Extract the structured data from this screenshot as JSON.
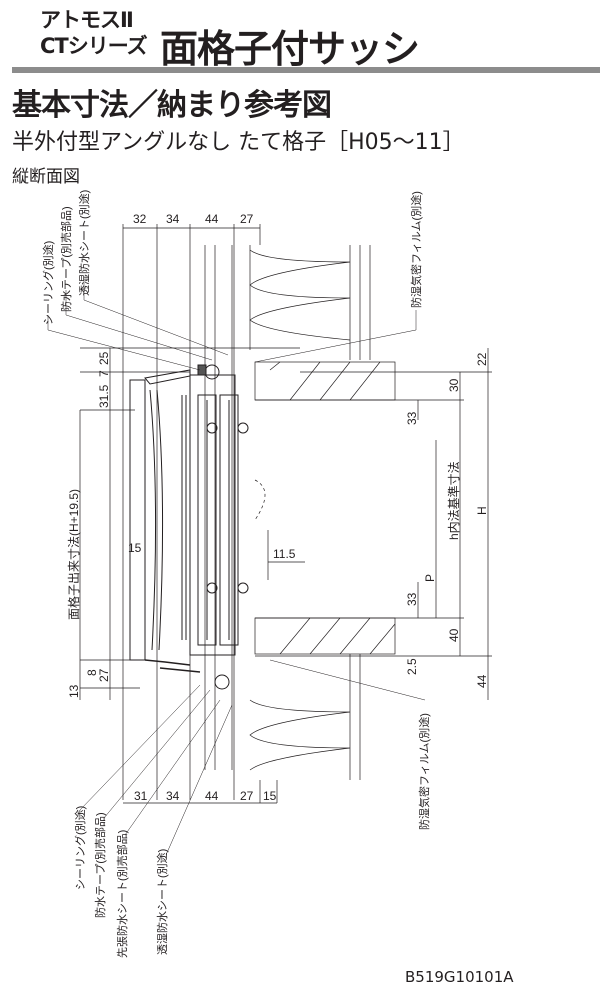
{
  "header": {
    "brand": "アトモスⅡ",
    "series": "CTシリーズ",
    "title": "面格子付サッシ"
  },
  "subtitle": "基本寸法／納まり参考図",
  "variant": "半外付型アングルなし たて格子［H05〜11］",
  "section_label": "縦断面図",
  "dims": {
    "top": [
      "32",
      "34",
      "44",
      "27"
    ],
    "bottom": [
      "31",
      "34",
      "44",
      "27",
      "15"
    ],
    "left": {
      "d25": "25",
      "d7": "7",
      "d31_5": "31.5",
      "grille_height": "面格子出来寸法(H+19.5)",
      "d15": "15",
      "d27": "27",
      "d8": "8",
      "d13": "13"
    },
    "right": {
      "d22": "22",
      "d30": "30",
      "d33a": "33",
      "d11_5": "11.5",
      "inner": "h内法基準寸法",
      "H": "H",
      "P": "P",
      "d33b": "33",
      "d40": "40",
      "d2_5": "2.5",
      "d44": "44"
    }
  },
  "callouts": {
    "top": [
      "シーリング(別途)",
      "防水テープ(別売部品)",
      "透湿防水シート(別途)"
    ],
    "top_right": "防湿気密フィルム(別途)",
    "bottom": [
      "シーリング(別途)",
      "防水テープ(別売部品)",
      "先張防水シート(別売部品)",
      "透湿防水シート(別途)"
    ],
    "bottom_right": "防湿気密フィルム(別途)"
  },
  "drawing_code": "B519G10101A"
}
